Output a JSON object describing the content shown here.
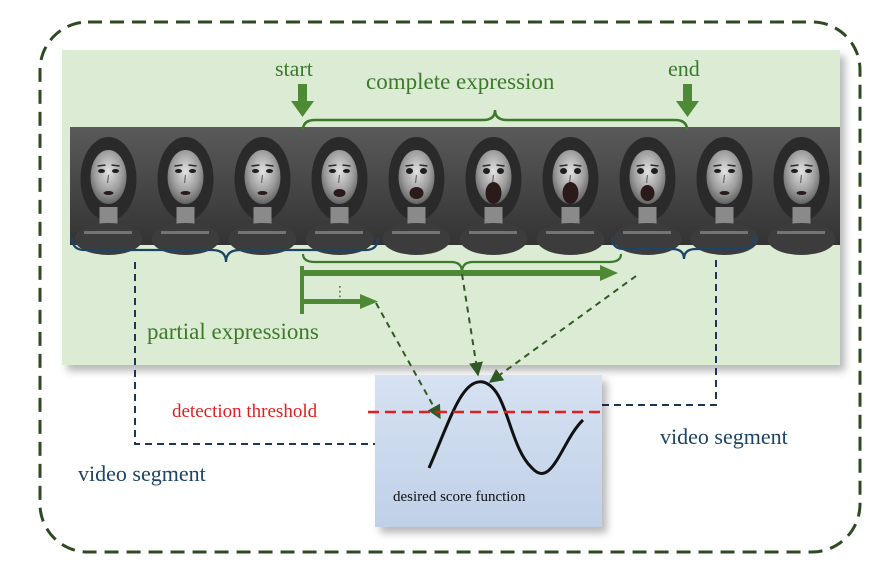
{
  "diagram": {
    "labels": {
      "start": "start",
      "end": "end",
      "complete_expression": "complete expression",
      "partial_expressions": "partial expressions",
      "detection_threshold": "detection threshold",
      "video_segment_right": "video segment",
      "video_segment_left": "video segment",
      "desired_score_function": "desired score function",
      "dots": "⋮"
    },
    "frames": [
      {
        "expression": "neutral"
      },
      {
        "expression": "neutral"
      },
      {
        "expression": "neutral"
      },
      {
        "expression": "onset"
      },
      {
        "expression": "rising"
      },
      {
        "expression": "apex"
      },
      {
        "expression": "apex"
      },
      {
        "expression": "offset"
      },
      {
        "expression": "neutral"
      },
      {
        "expression": "neutral"
      }
    ],
    "colors": {
      "panel_fill": "#dcebd3",
      "outer_border": "#2f4a23",
      "green": "#3b7a2b",
      "navy": "#1d3557",
      "red": "#e02020",
      "score_box": "#c9d8ec"
    }
  }
}
